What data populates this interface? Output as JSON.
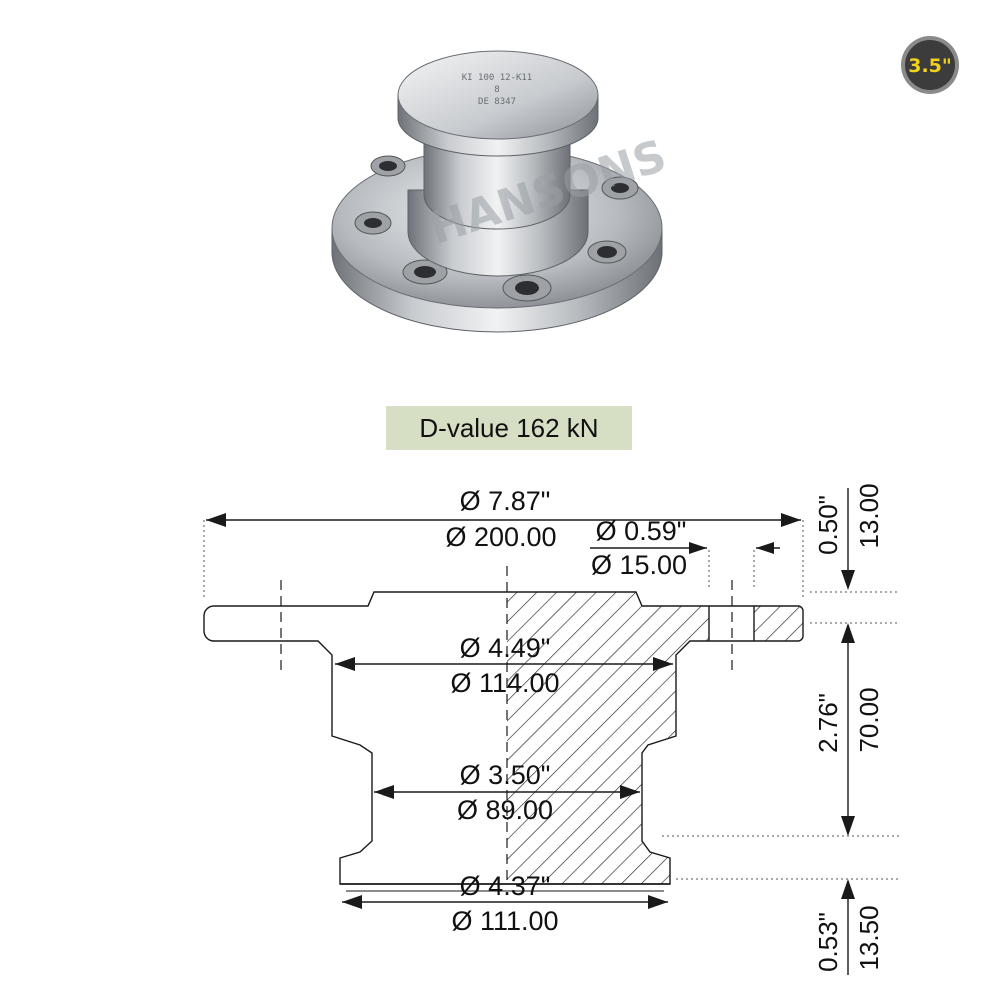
{
  "badge": {
    "text": "3.5\""
  },
  "product_photo": {
    "watermark": "HANSONS",
    "engraving": [
      "KI 100 12-K11",
      "8",
      "DE 8347"
    ]
  },
  "d_value": {
    "label": "D-value 162 kN"
  },
  "dimensions": {
    "flange_diameter": {
      "inch": "Ø 7.87\"",
      "mm": "Ø 200.00"
    },
    "bolt_hole_diameter": {
      "inch": "Ø 0.59\"",
      "mm": "Ø 15.00"
    },
    "collar_diameter": {
      "inch": "Ø 4.49\"",
      "mm": "Ø 114.00"
    },
    "neck_diameter": {
      "inch": "Ø 3.50\"",
      "mm": "Ø 89.00"
    },
    "base_diameter": {
      "inch": "Ø 4.37\"",
      "mm": "Ø 111.00"
    },
    "flange_thickness": {
      "inch": "0.50\"",
      "mm": "13.00"
    },
    "body_height": {
      "inch": "2.76\"",
      "mm": "70.00"
    },
    "base_height": {
      "inch": "0.53\"",
      "mm": "13.50"
    }
  },
  "colors": {
    "badge_bg": "#3c3c3c",
    "badge_ring": "#8a8a8a",
    "badge_text": "#f2d21b",
    "d_value_bg": "#d6dfc4",
    "line": "#1a1a1a",
    "metal_light": "#e4e6e8",
    "metal_dark": "#7d8186"
  }
}
